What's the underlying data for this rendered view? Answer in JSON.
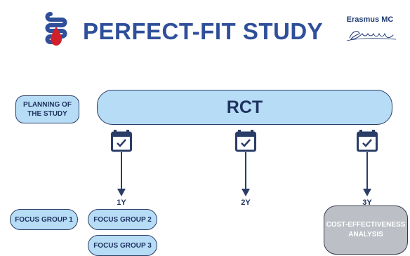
{
  "header": {
    "title": "PERFECT-FIT STUDY",
    "logo_icon": "intestine-drop-icon",
    "institution_logo": {
      "name": "Erasmus MC",
      "script_text": "Ezafung"
    }
  },
  "colors": {
    "title": "#2f4f9a",
    "pill_fill": "#b7dcf5",
    "pill_border": "#2a3d66",
    "gray_box": "#bdbfc6",
    "icon_blue": "#2f4f9a",
    "icon_red": "#d0202c"
  },
  "diagram": {
    "planning_label": "PLANNING OF THE STUDY",
    "main_label": "RCT",
    "timepoints": [
      {
        "label": "1Y",
        "icon": "calendar-check-icon"
      },
      {
        "label": "2Y",
        "icon": "calendar-check-icon"
      },
      {
        "label": "3Y",
        "icon": "calendar-check-icon"
      }
    ],
    "focus_groups": [
      "FOCUS GROUP 1",
      "FOCUS GROUP 2",
      "FOCUS GROUP 3"
    ],
    "final_box": "COST-EFFECTIVENESS ANALYSIS"
  }
}
